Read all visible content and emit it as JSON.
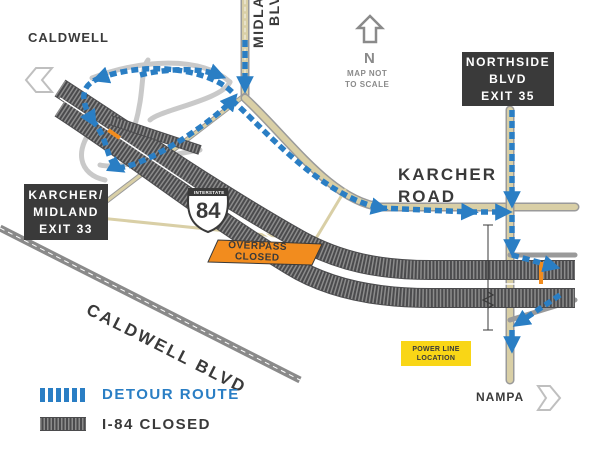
{
  "places": {
    "caldwell": "CALDWELL",
    "nampa": "NAMPA"
  },
  "streets": {
    "midland_line1": "MIDLAND",
    "midland_line2": "BLVD",
    "karcher_line1": "KARCHER",
    "karcher_line2": "ROAD",
    "caldwell_blvd": "CALDWELL BLVD"
  },
  "compass": {
    "letter": "N",
    "note_line1": "MAP NOT",
    "note_line2": "TO SCALE"
  },
  "exit_signs": {
    "northside": [
      "NORTHSIDE",
      "BLVD",
      "EXIT 35"
    ],
    "karcher_midland": [
      "KARCHER/",
      "MIDLAND",
      "EXIT 33"
    ]
  },
  "interstate_shield": {
    "header": "INTERSTATE",
    "number": "84"
  },
  "overpass_tag": {
    "line1": "OVERPASS",
    "line2": "CLOSED"
  },
  "power_line_tag": {
    "line1": "POWER LINE",
    "line2": "LOCATION"
  },
  "legend": {
    "detour_label": "DETOUR ROUTE",
    "closed_label": "I-84 CLOSED"
  },
  "colors": {
    "detour_blue": "#2a7ec4",
    "freeway_gray": "#4b4b4d",
    "road_tan": "#d9cfa6",
    "overpass_orange": "#f28c1e",
    "power_yellow": "#f9d616",
    "sign_gray": "#3a3a3a"
  }
}
